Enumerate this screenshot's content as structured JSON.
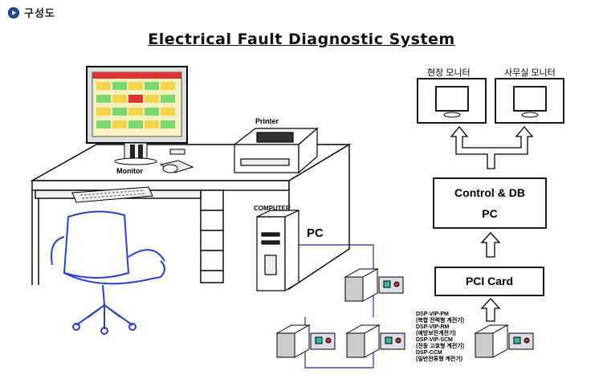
{
  "header": {
    "label": "구성도"
  },
  "title": "Electrical Fault Diagnostic System",
  "labels": {
    "printer": "Printer",
    "monitor": "Monitor",
    "computer": "COMPUTER",
    "pc": "PC"
  },
  "monitors": {
    "field": "현장 모니터",
    "office": "사무실 모니터"
  },
  "boxes": {
    "control_db_line1": "Control & DB",
    "control_db_line2": "PC",
    "pci_card": "PCI Card"
  },
  "devices": [
    {
      "model": "DSP-VIP-PM",
      "desc": "(복합 전력형 계전기)"
    },
    {
      "model": "DSP-VIP-RM",
      "desc": "(예방보전계전기)"
    },
    {
      "model": "DSP-VIP-SCM",
      "desc": "(전동 고효형 계전기)"
    },
    {
      "model": "DSP-CCM",
      "desc": "(일반전류형 계전기)"
    }
  ],
  "colors": {
    "chair": "#2a3fd0",
    "line": "#1f2a9a",
    "accent": "#1a4fa0"
  }
}
